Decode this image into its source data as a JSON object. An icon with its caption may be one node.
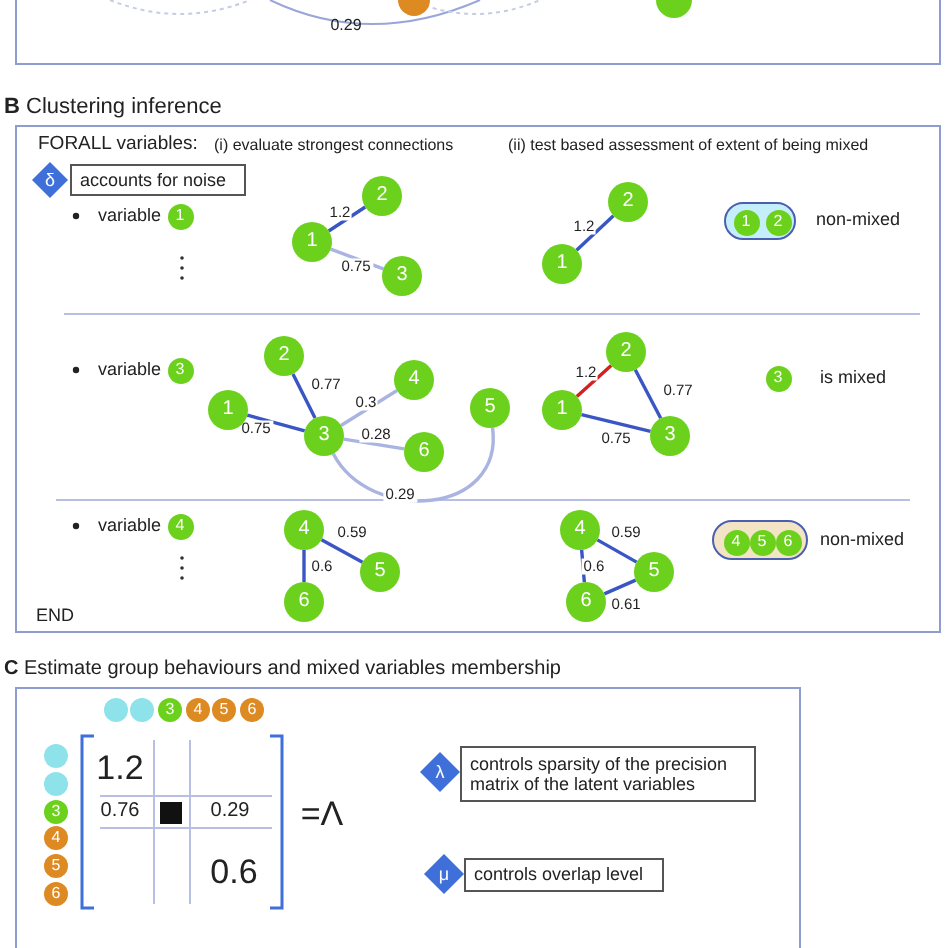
{
  "diagram": {
    "nodes": [
      {
        "text": [
          "δ"
        ]
      },
      {
        "text": [
          "accounts for noise"
        ]
      },
      {
        "text": [
          "1"
        ],
        "beside": [
          "variable"
        ]
      },
      {
        "text": [
          "2"
        ]
      },
      {
        "text": [
          "1"
        ]
      },
      {
        "text": [
          "3"
        ]
      },
      {
        "text": [
          "2"
        ]
      },
      {
        "text": [
          "1"
        ]
      },
      {
        "text": [],
        "shape": "ellipse"
      },
      {
        "text": [
          "1"
        ],
        "in": 8
      },
      {
        "text": [
          "2"
        ],
        "in": 8
      },
      {
        "text": [
          "3"
        ],
        "beside": [
          "variable"
        ]
      },
      {
        "text": [
          "2"
        ]
      },
      {
        "text": [
          "1"
        ]
      },
      {
        "text": [
          "3"
        ]
      },
      {
        "text": [
          "4"
        ]
      },
      {
        "text": [
          "5"
        ]
      },
      {
        "text": [
          "6"
        ]
      },
      {
        "text": [
          "2"
        ]
      },
      {
        "text": [
          "1"
        ]
      },
      {
        "text": [
          "3"
        ]
      },
      {
        "text": [
          "3"
        ]
      },
      {
        "text": [
          "4"
        ],
        "beside": [
          "variable"
        ]
      },
      {
        "text": [
          "4"
        ]
      },
      {
        "text": [
          "5"
        ]
      },
      {
        "text": [
          "6"
        ]
      },
      {
        "text": [
          "4"
        ]
      },
      {
        "text": [
          "5"
        ]
      },
      {
        "text": [
          "6"
        ]
      },
      {
        "text": [],
        "shape": "ellipse"
      },
      {
        "text": [
          "4"
        ],
        "in": 29
      },
      {
        "text": [
          "5"
        ],
        "in": 29
      },
      {
        "text": [
          "6"
        ],
        "in": 29
      },
      {
        "text": [],
        "shape": "circle"
      },
      {
        "text": [],
        "shape": "circle"
      },
      {
        "text": [
          "3"
        ]
      },
      {
        "text": [
          "4"
        ]
      },
      {
        "text": [
          "5"
        ]
      },
      {
        "text": [
          "6"
        ]
      },
      {
        "text": [],
        "shape": "circle"
      },
      {
        "text": [],
        "shape": "circle"
      },
      {
        "text": [
          "3"
        ]
      },
      {
        "text": [
          "4"
        ]
      },
      {
        "text": [
          "5"
        ]
      },
      {
        "text": [
          "6"
        ]
      },
      {
        "text": [
          "λ"
        ]
      },
      {
        "text": [
          "controls sparsity of the precision matrix of the latent variables"
        ]
      },
      {
        "text": [
          "μ"
        ]
      },
      {
        "text": [
          "controls overlap level"
        ]
      }
    ],
    "edges": [
      {
        "from": 4,
        "to": 3,
        "arrow": "none",
        "label": "1.2"
      },
      {
        "from": 4,
        "to": 5,
        "arrow": "none",
        "label": "0.75",
        "color": "#aab4e0"
      },
      {
        "from": 7,
        "to": 6,
        "arrow": "none",
        "label": "1.2"
      },
      {
        "from": 13,
        "to": 14,
        "arrow": "none",
        "label": "0.75"
      },
      {
        "from": 12,
        "to": 14,
        "arrow": "none",
        "label": "0.77"
      },
      {
        "from": 14,
        "to": 15,
        "arrow": "none",
        "label": "0.3",
        "color": "#aab4e0"
      },
      {
        "from": 14,
        "to": 17,
        "arrow": "none",
        "label": "0.28",
        "color": "#aab4e0"
      },
      {
        "from": 14,
        "to": 16,
        "arrow": "none",
        "label": "0.29",
        "color": "#aab4e0"
      },
      {
        "from": 19,
        "to": 18,
        "arrow": "none",
        "label": "1.2",
        "color": "#d42020"
      },
      {
        "from": 18,
        "to": 20,
        "arrow": "none",
        "label": "0.77"
      },
      {
        "from": 19,
        "to": 20,
        "arrow": "none",
        "label": "0.75"
      },
      {
        "from": 23,
        "to": 24,
        "arrow": "none",
        "label": "0.59"
      },
      {
        "from": 23,
        "to": 25,
        "arrow": "none",
        "label": "0.6"
      },
      {
        "from": 26,
        "to": 27,
        "arrow": "none",
        "label": "0.59"
      },
      {
        "from": 26,
        "to": 28,
        "arrow": "none",
        "label": "0.6"
      },
      {
        "from": 28,
        "to": 27,
        "arrow": "none",
        "label": "0.61"
      }
    ],
    "labels": [
      "0.29",
      "**B** Clustering inference",
      "FORALL variables:",
      "(i) evaluate strongest connections",
      "(ii) test based assessment of extent of being mixed",
      "non-mixed",
      "is mixed",
      "non-mixed",
      "END",
      "**C** Estimate group behaviours and mixed variables membership",
      "1.2",
      "0.76",
      "0.29",
      "0.6",
      "=Λ"
    ]
  }
}
